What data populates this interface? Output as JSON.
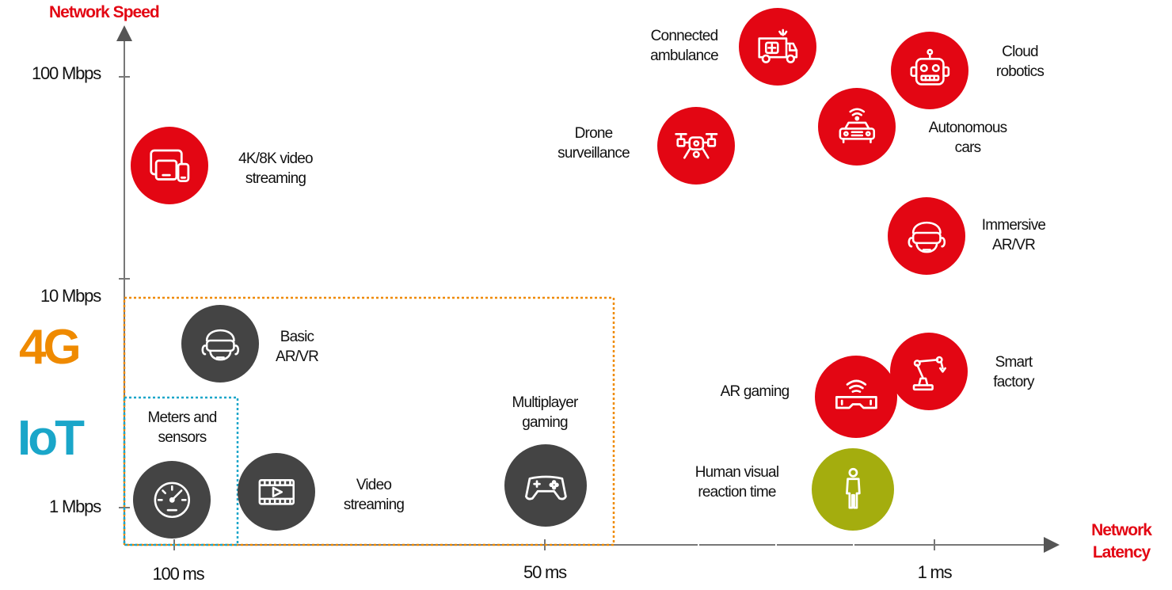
{
  "axes": {
    "y_title": "Network Speed",
    "x_title_line1": "Network",
    "x_title_line2": "Latency",
    "y_ticks": [
      "100 Mbps",
      "10 Mbps",
      "1 Mbps"
    ],
    "x_ticks": [
      "100 ms",
      "50 ms",
      "1 ms"
    ]
  },
  "zones": {
    "four_g": "4G",
    "iot": "IoT"
  },
  "items": {
    "video_4k": "4K/8K video\nstreaming",
    "basic_arvr": "Basic\nAR/VR",
    "meters": "Meters and\nsensors",
    "video_streaming": "Video\nstreaming",
    "multiplayer": "Multiplayer\ngaming",
    "ambulance": "Connected\nambulance",
    "cloud_robotics": "Cloud\nrobotics",
    "drone": "Drone\nsurveillance",
    "autonomous": "Autonomous\ncars",
    "immersive": "Immersive\nAR/VR",
    "ar_gaming": "AR gaming",
    "smart_factory": "Smart\nfactory",
    "human_reaction": "Human visual\nreaction time"
  },
  "colors": {
    "accent_red": "#e30613",
    "dark_gray": "#444444",
    "olive_green": "#a4ad0e",
    "four_g_orange": "#ef8a00",
    "iot_teal": "#1aa6c9"
  },
  "icons": {
    "video_4k": "devices-icon",
    "basic_arvr": "vr-headset-icon",
    "meters": "gauge-icon",
    "video_streaming": "film-icon",
    "multiplayer": "gamepad-icon",
    "ambulance": "ambulance-icon",
    "cloud_robotics": "robot-icon",
    "drone": "drone-icon",
    "autonomous": "car-icon",
    "immersive": "vr-headset-icon",
    "ar_gaming": "ar-goggles-icon",
    "smart_factory": "robot-arm-icon",
    "human_reaction": "person-icon"
  }
}
